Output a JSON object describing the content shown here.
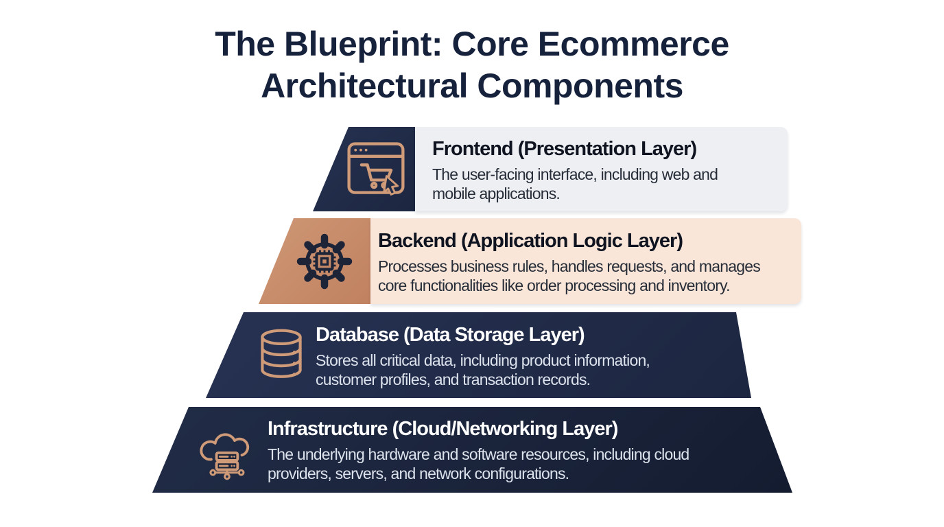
{
  "title": {
    "line1": "The Blueprint: Core Ecommerce",
    "line2": "Architectural Components"
  },
  "layers": [
    {
      "name": "Frontend (Presentation Layer)",
      "description": [
        "The user-facing interface, including web and",
        "mobile applications."
      ],
      "icon": "browser-cart-icon",
      "colors": {
        "icon_block": "#212c47",
        "panel": "#edeff2",
        "icon_stroke": "#cf9b78",
        "heading": "#0f1420",
        "body": "#272d38"
      }
    },
    {
      "name": "Backend (Application Logic Layer)",
      "description": [
        "Processes business rules, handles requests, and manages",
        "core functionalities like order processing and inventory."
      ],
      "icon": "gear-chip-icon",
      "colors": {
        "icon_block": "#c98f6d",
        "panel": "#f9e6d8",
        "icon_stroke": "#1d2438",
        "heading": "#0f1420",
        "body": "#272d38"
      }
    },
    {
      "name": "Database (Data Storage Layer)",
      "description": [
        "Stores all critical data, including product information,",
        "customer profiles, and transaction records."
      ],
      "icon": "database-icon",
      "colors": {
        "block": "#232e49",
        "icon_stroke": "#cf9b78",
        "heading": "#ffffff",
        "body": "#dde3ed"
      }
    },
    {
      "name": "Infrastructure (Cloud/Networking Layer)",
      "description": [
        "The underlying hardware and software resources, including cloud",
        "providers, servers, and network configurations."
      ],
      "icon": "cloud-server-icon",
      "colors": {
        "block": "#1b2439",
        "icon_stroke": "#cf9b78",
        "heading": "#ffffff",
        "body": "#dde3ed"
      }
    }
  ],
  "palette": {
    "navy": "#212c47",
    "navy_dark": "#151d32",
    "copper": "#c98f6d",
    "copper_stroke": "#cf9b78",
    "panel_gray": "#edeff2",
    "panel_peach": "#f9e6d8",
    "title_text": "#16213c",
    "background": "#ffffff"
  }
}
